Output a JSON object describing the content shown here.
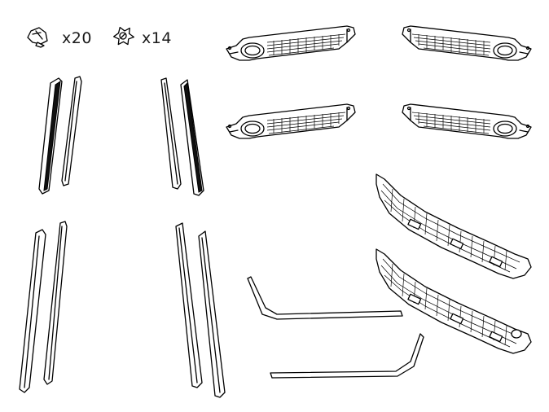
{
  "fasteners": [
    {
      "icon": "push-clip-icon",
      "quantity_label": "x20"
    },
    {
      "icon": "star-nut-icon",
      "quantity_label": "x14"
    }
  ],
  "parts": [
    {
      "icon": "trim-strip-icon",
      "group": "long-molding-strips-upper-left"
    },
    {
      "icon": "trim-strip-icon",
      "group": "long-molding-strips-upper-right"
    },
    {
      "icon": "trim-strip-icon",
      "group": "long-molding-strips-lower-left"
    },
    {
      "icon": "trim-strip-icon",
      "group": "long-molding-strips-lower-right"
    },
    {
      "icon": "fog-light-grille-icon",
      "group": "fog-light-grilles-left"
    },
    {
      "icon": "fog-light-grille-icon",
      "group": "fog-light-grilles-right"
    },
    {
      "icon": "lower-grille-icon",
      "group": "lower-bumper-grilles"
    },
    {
      "icon": "curved-trim-icon",
      "group": "curved-chrome-trims"
    }
  ],
  "colors": {
    "line": "#000000",
    "background": "#ffffff"
  }
}
